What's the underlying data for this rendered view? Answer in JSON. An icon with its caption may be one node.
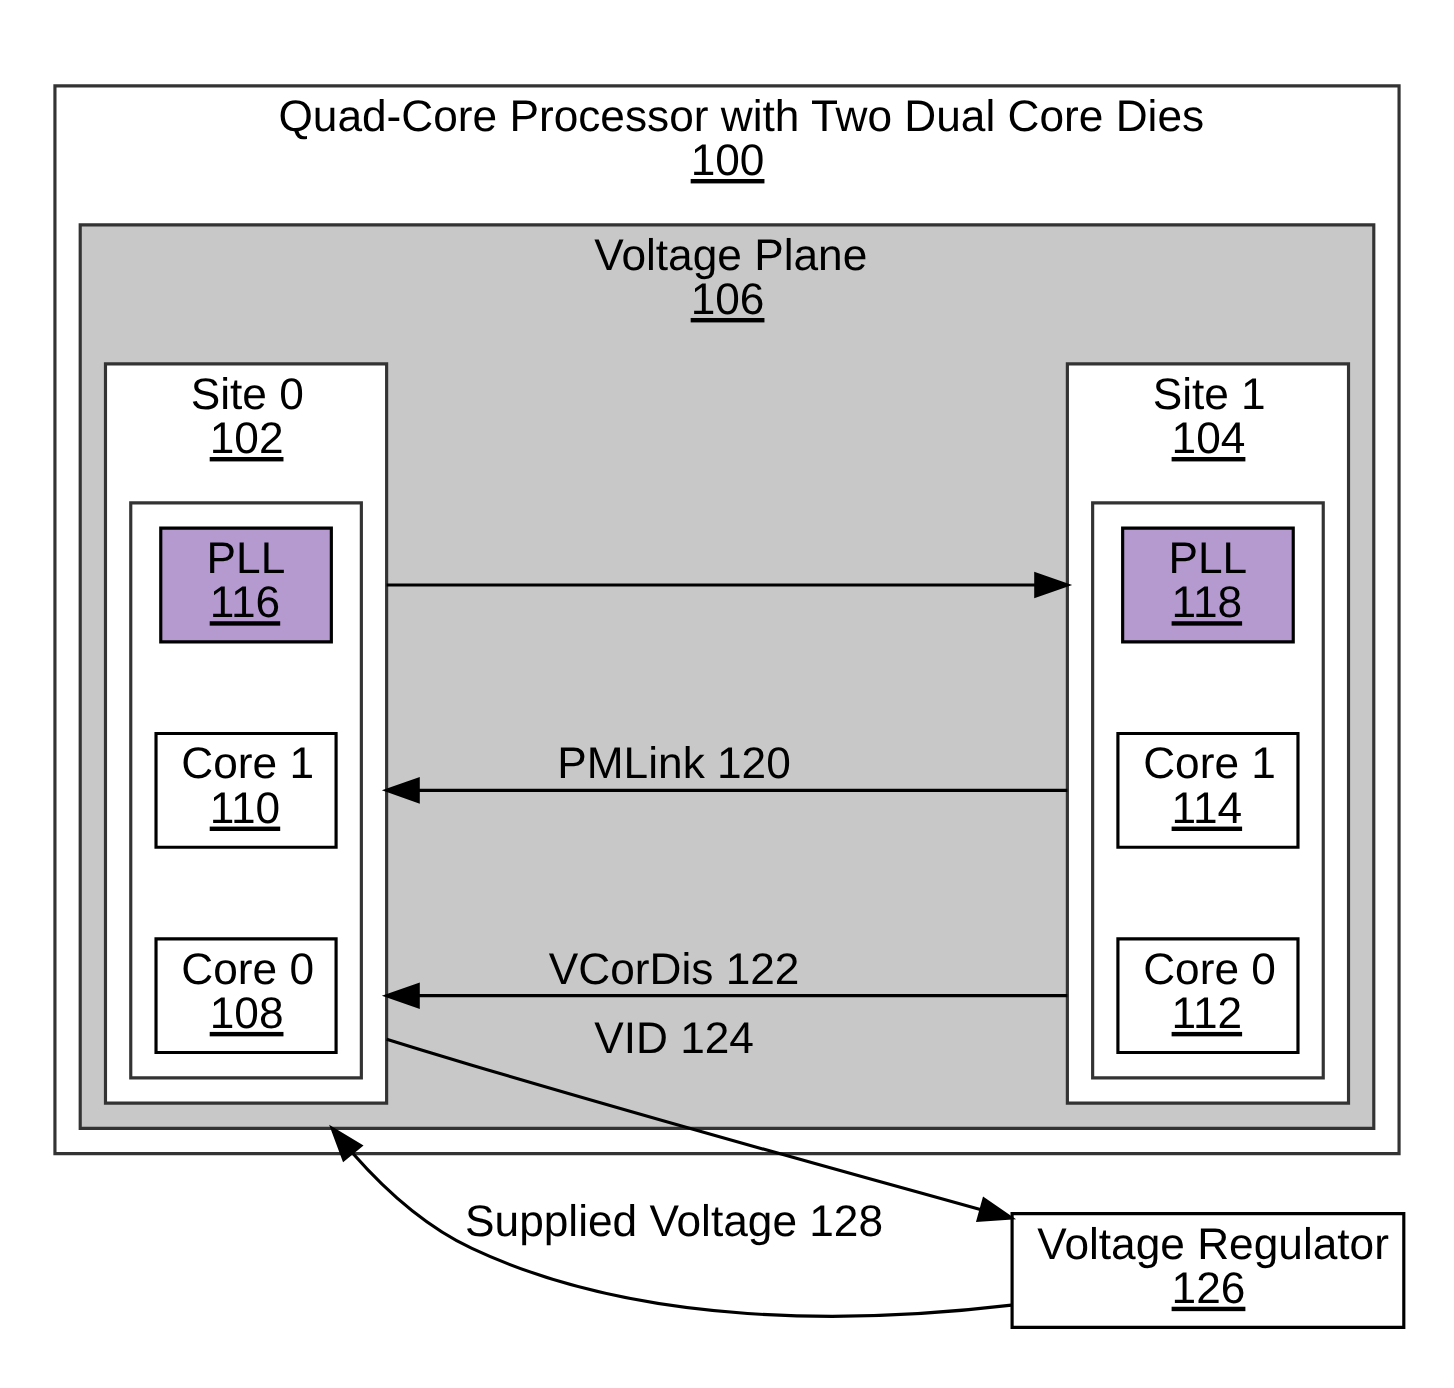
{
  "diagram": {
    "nodes": [
      {
        "text": [
          "Quad-Core Processor with Two Dual Core Dies",
          "100"
        ]
      },
      {
        "text": [
          "Voltage Plane",
          "106"
        ],
        "in": 0
      },
      {
        "text": [
          "Site 0",
          "102"
        ],
        "in": 1
      },
      {
        "text": [],
        "shape": "box",
        "in": 2
      },
      {
        "text": [
          "Core 0",
          "108"
        ],
        "in": 3
      },
      {
        "text": [
          "Core 1",
          "110"
        ],
        "in": 3
      },
      {
        "text": [
          "PLL",
          "116"
        ],
        "in": 3
      },
      {
        "text": [
          "Site 1",
          "104"
        ],
        "in": 1
      },
      {
        "text": [],
        "shape": "box",
        "in": 7
      },
      {
        "text": [
          "Core 0",
          "112"
        ],
        "in": 8
      },
      {
        "text": [
          "Core 1",
          "114"
        ],
        "in": 8
      },
      {
        "text": [
          "PLL",
          "118"
        ],
        "in": 8
      },
      {
        "text": [
          "Voltage Regulator",
          "126"
        ]
      }
    ],
    "edges": [
      {
        "from": 7,
        "to": 2,
        "arrow": "to",
        "label": "VCorDis 122"
      },
      {
        "from": 7,
        "to": 2,
        "arrow": "to",
        "label": "PMLink 120"
      },
      {
        "from": 2,
        "to": 7,
        "arrow": "to"
      },
      {
        "from": 2,
        "to": 12,
        "arrow": "to",
        "label": "VID 124"
      },
      {
        "from": 12,
        "to": 1,
        "arrow": "to",
        "label": "Supplied Voltage 128"
      }
    ]
  }
}
